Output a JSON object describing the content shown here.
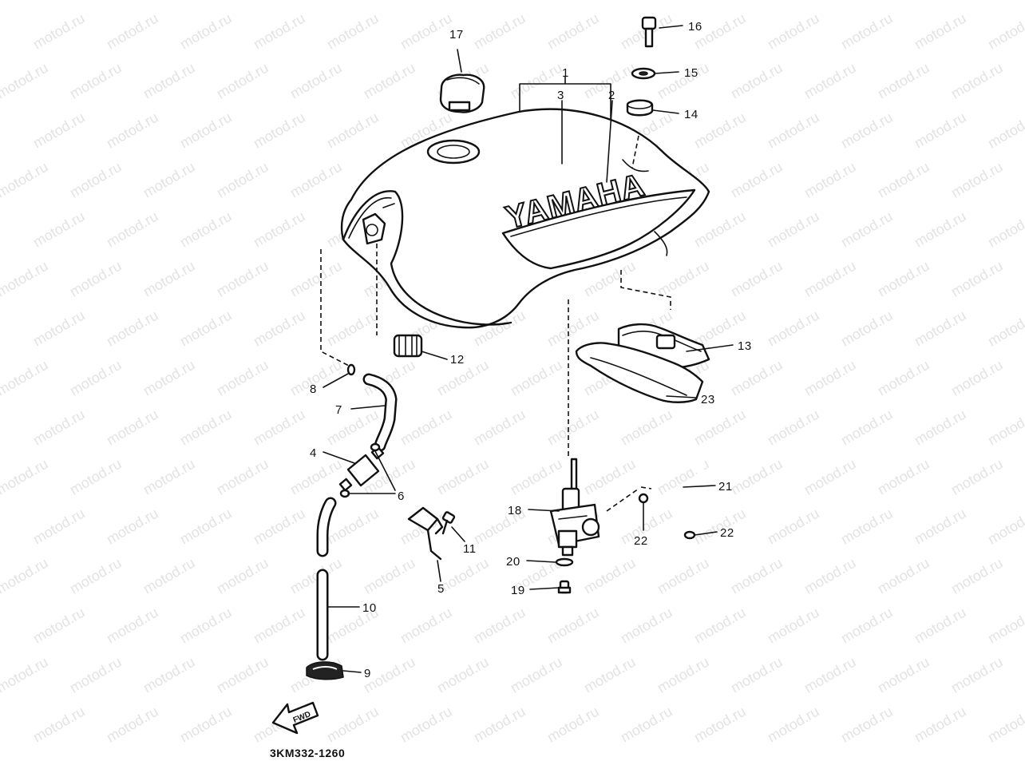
{
  "watermark": "motod.ru",
  "diagram_code": "3KM332-1260",
  "brand_text": "YAMAHA",
  "direction_label": "FWD",
  "callouts": [
    {
      "id": "c1",
      "text": "1"
    },
    {
      "id": "c2",
      "text": "2"
    },
    {
      "id": "c3",
      "text": "3"
    },
    {
      "id": "c4",
      "text": "4"
    },
    {
      "id": "c5",
      "text": "5"
    },
    {
      "id": "c6",
      "text": "6"
    },
    {
      "id": "c7",
      "text": "7"
    },
    {
      "id": "c8",
      "text": "8"
    },
    {
      "id": "c9",
      "text": "9"
    },
    {
      "id": "c10",
      "text": "10"
    },
    {
      "id": "c11",
      "text": "11"
    },
    {
      "id": "c12",
      "text": "12"
    },
    {
      "id": "c13",
      "text": "13"
    },
    {
      "id": "c14",
      "text": "14"
    },
    {
      "id": "c15",
      "text": "15"
    },
    {
      "id": "c16",
      "text": "16"
    },
    {
      "id": "c17",
      "text": "17"
    },
    {
      "id": "c18",
      "text": "18"
    },
    {
      "id": "c19",
      "text": "19"
    },
    {
      "id": "c20",
      "text": "20"
    },
    {
      "id": "c21",
      "text": "21"
    },
    {
      "id": "c22a",
      "text": "22"
    },
    {
      "id": "c22b",
      "text": "22"
    },
    {
      "id": "c23",
      "text": "23"
    }
  ]
}
